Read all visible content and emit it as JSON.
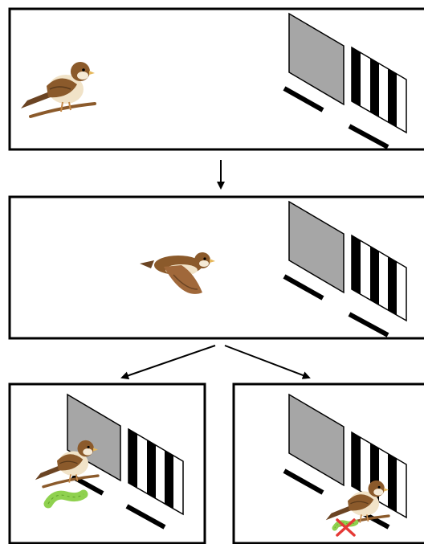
{
  "figure": {
    "panels": [
      {
        "id": "top",
        "state": "bird-perched-left",
        "stimuli": [
          "gray-panel",
          "striped-panel"
        ]
      },
      {
        "id": "middle",
        "state": "bird-flying",
        "stimuli": [
          "gray-panel",
          "striped-panel"
        ]
      },
      {
        "id": "bottom-left",
        "state": "bird-chooses-gray",
        "outcome": "reward-worm"
      },
      {
        "id": "bottom-right",
        "state": "bird-chooses-striped",
        "outcome": "no-reward-crossed-worm"
      }
    ],
    "colors": {
      "frame": "#000000",
      "gray_panel": "#a6a6a6",
      "stripe": "#000000",
      "bird_brown": "#8b5a2b",
      "worm": "#8fd14f",
      "cross": "#e53935"
    }
  }
}
